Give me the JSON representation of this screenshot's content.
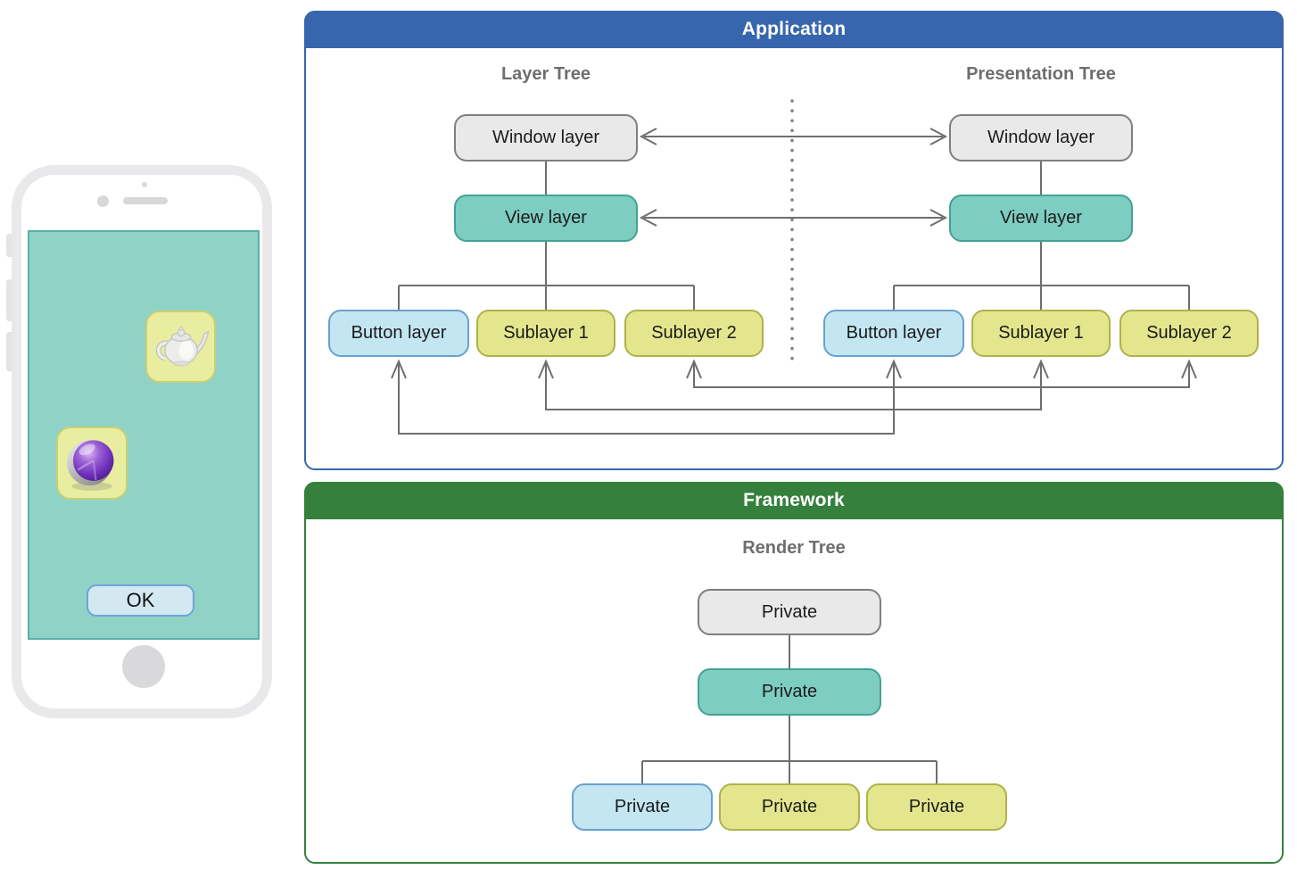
{
  "phone": {
    "ok_button_label": "OK",
    "screen_color": "#8FD3C7",
    "tile_color": "#E9EDA0",
    "icons": [
      "teapot-icon",
      "core-animation-sphere-icon"
    ]
  },
  "diagram": {
    "application": {
      "title": "Application",
      "header_color": "#3766AE",
      "layer_tree": {
        "title": "Layer Tree",
        "window_layer": "Window layer",
        "view_layer": "View layer",
        "button_layer": "Button layer",
        "sublayer_1": "Sublayer 1",
        "sublayer_2": "Sublayer 2"
      },
      "presentation_tree": {
        "title": "Presentation Tree",
        "window_layer": "Window layer",
        "view_layer": "View layer",
        "button_layer": "Button layer",
        "sublayer_1": "Sublayer 1",
        "sublayer_2": "Sublayer 2"
      }
    },
    "framework": {
      "title": "Framework",
      "header_color": "#35803D",
      "render_tree": {
        "title": "Render Tree",
        "root": "Private",
        "middle": "Private",
        "child_1": "Private",
        "child_2": "Private",
        "child_3": "Private"
      }
    },
    "node_colors": {
      "window": "#E9E9E9",
      "view": "#7ECDC1",
      "button": "#C3E6F2",
      "sublayer": "#E3E68D"
    },
    "line_color": "#6E6E6E"
  }
}
